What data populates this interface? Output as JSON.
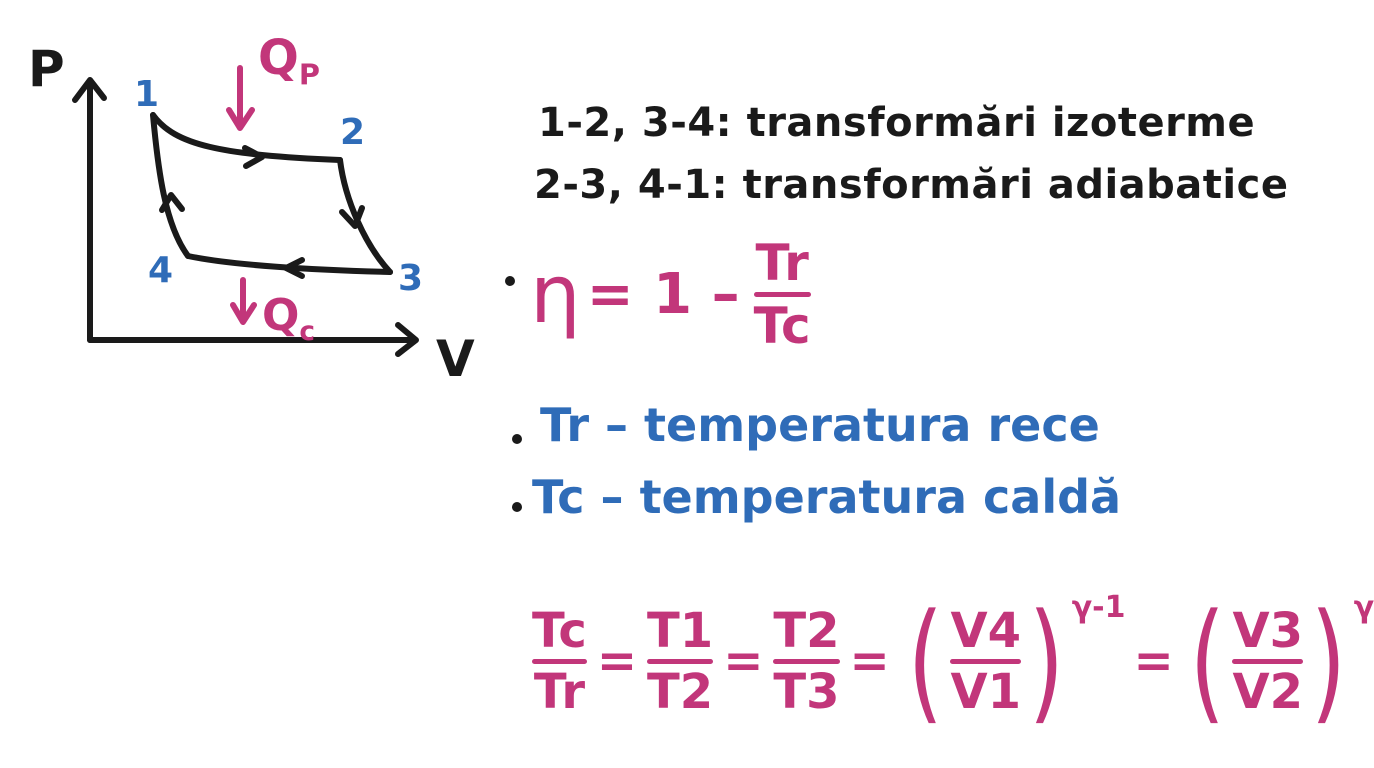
{
  "diagram": {
    "axes": {
      "y_label": "P",
      "x_label": "V"
    },
    "points": [
      "1",
      "2",
      "3",
      "4"
    ],
    "heat": {
      "hot": "Q",
      "hot_sub": "P",
      "cold": "Q",
      "cold_sub": "c"
    }
  },
  "notes": {
    "isothermal": "1-2, 3-4: transformări izoterme",
    "adiabatic": "2-3, 4-1: transformări adiabatice"
  },
  "efficiency": {
    "eta": "η",
    "rhs": "= 1 –",
    "num": "Tr",
    "den": "Tc"
  },
  "definitions": [
    "Tr – temperatura rece",
    "Tc – temperatura caldă"
  ],
  "ratio_eq": {
    "f1_num": "Tc",
    "f1_den": "Tr",
    "f2_num": "T1",
    "f2_den": "T2",
    "f3_num": "T2",
    "f3_den": "T3",
    "f4_num": "V4",
    "f4_den": "V1",
    "f5_num": "V3",
    "f5_den": "V2",
    "exp": "γ-1",
    "eq": "="
  },
  "colors": {
    "ink": "#1a1a1a",
    "blue": "#2f6cb8",
    "magenta": "#c2367a"
  }
}
